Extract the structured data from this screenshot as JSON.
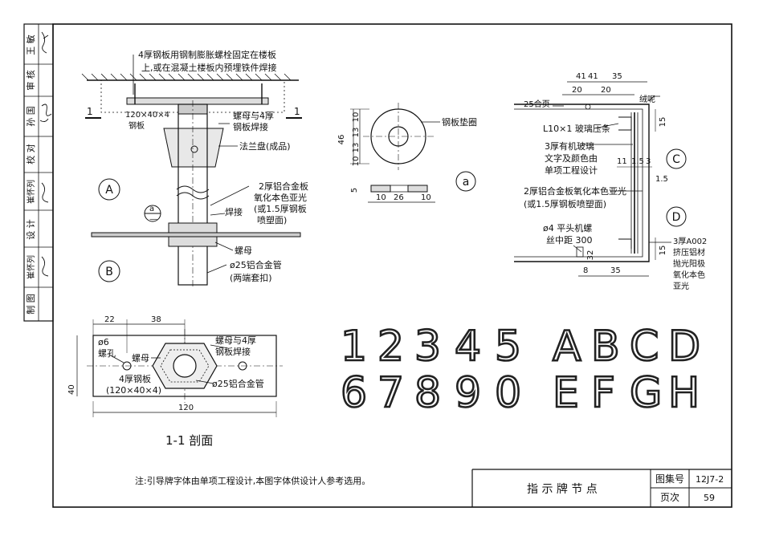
{
  "sidebar": {
    "rows": [
      {
        "label": "王 敏"
      },
      {
        "label": "审 核"
      },
      {
        "label": "孙 国"
      },
      {
        "label": "校 对"
      },
      {
        "label": "崔怀列"
      },
      {
        "label": "设 计"
      },
      {
        "label": "崔怀列"
      },
      {
        "label": "制 图"
      }
    ]
  },
  "section": {
    "note_top_line1": "4厚钢板用钢制膨胀螺栓固定在楼板",
    "note_top_line2": "上,或在混凝土楼板内预埋铁件焊接",
    "plate_line1": "120×40×4",
    "plate_line2": "钢板",
    "nut_weld_line1": "螺母与4厚",
    "nut_weld_line2": "钢板焊接",
    "flange": "法兰盘(成品)",
    "al_line1": "2厚铝合金板",
    "al_line2": "氧化本色亚光",
    "al_line3": "(或1.5厚钢板",
    "al_line4": "喷塑面)",
    "weld": "焊接",
    "nut": "螺母",
    "tube_line1": "ø25铝合金管",
    "tube_line2": "(两端套扣)",
    "cut_mark": "1",
    "callout_a": "A",
    "callout_b": "B",
    "ref_a": "a",
    "ref_sub": "—"
  },
  "washer": {
    "label": "钢板垫圈",
    "ref": "a",
    "dim_total": "46",
    "dim_v": [
      "10",
      "13",
      "13",
      "10"
    ],
    "dim_thk": "5",
    "dim_h": [
      "10",
      "26",
      "10"
    ]
  },
  "plan": {
    "dim_22": "22",
    "dim_38": "38",
    "dim_120": "120",
    "dim_40": "40",
    "hole_line1": "ø6",
    "hole_line2": "螺孔",
    "nut": "螺母",
    "weld_line1": "螺母与4厚",
    "weld_line2": "钢板焊接",
    "plate_line1": "4厚钢板",
    "plate_line2": "(120×40×4)",
    "tube": "ø25铝合金管",
    "caption": "1-1 剖面"
  },
  "frame": {
    "dims_top": [
      "41",
      "41",
      "35",
      "20",
      "20"
    ],
    "hinge": "25合页",
    "felt": "绒呢",
    "glass_strip": "L10×1 玻璃压条",
    "glass_line1": "3厚有机玻璃",
    "glass_line2": "文字及颜色由",
    "glass_line3": "单项工程设计",
    "al_line1": "2厚铝合金板氧化本色亚光",
    "al_line2": "(或1.5厚钢板喷塑面)",
    "screw_line1": "ø4 平头机螺",
    "screw_line2": "丝中距 300",
    "profile_line1": "3厚A002",
    "profile_line2": "挤压铝材",
    "profile_line3": "抛光阳极",
    "profile_line4": "氧化本色",
    "profile_line5": "亚光",
    "dim_15a": "15",
    "dim_15b": "15",
    "dim_11": "11",
    "dim_1_5a": "1.5",
    "dim_3": "3",
    "dim_1_5b": "1.5",
    "dim_32": "32",
    "dim_8": "8",
    "dim_35b": "35",
    "callout_c": "C",
    "callout_d": "D"
  },
  "font_samples": {
    "row1": [
      "1",
      "2",
      "3",
      "4",
      "5",
      "A",
      "B",
      "C",
      "D"
    ],
    "row2": [
      "6",
      "7",
      "8",
      "9",
      "0",
      "E",
      "F",
      "G",
      "H"
    ]
  },
  "footer": {
    "note": "注:引导牌字体由单项工程设计,本图字体供设计人参考选用。",
    "title": "指 示 牌 节 点",
    "atlas_label": "图集号",
    "atlas_value": "12J7-2",
    "page_label": "页次",
    "page_value": "59"
  }
}
